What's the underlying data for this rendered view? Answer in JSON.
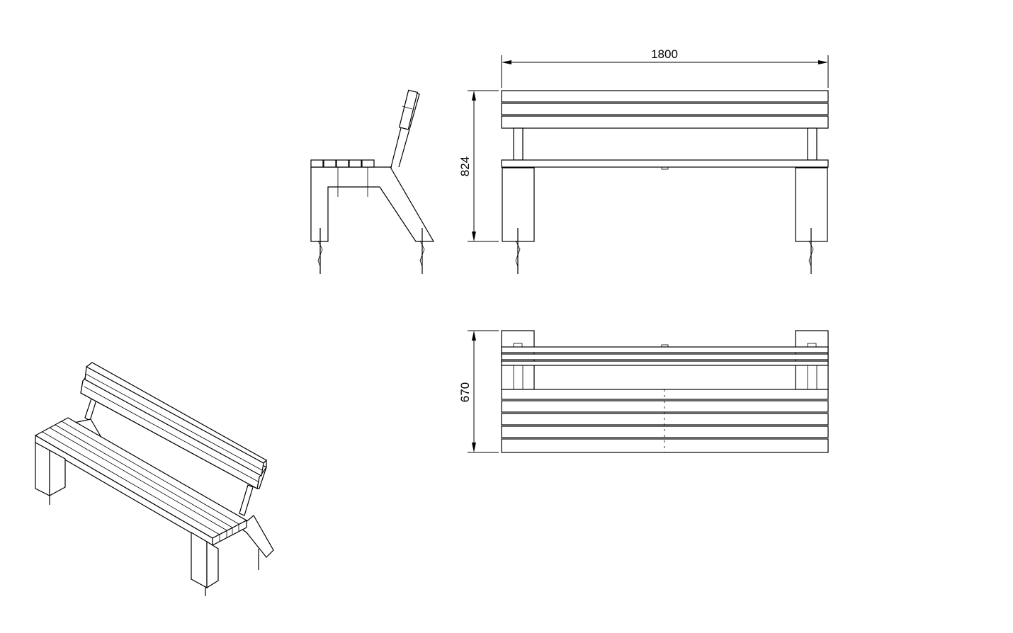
{
  "dimensions": {
    "width": "1800",
    "height": "824",
    "depth": "670"
  }
}
